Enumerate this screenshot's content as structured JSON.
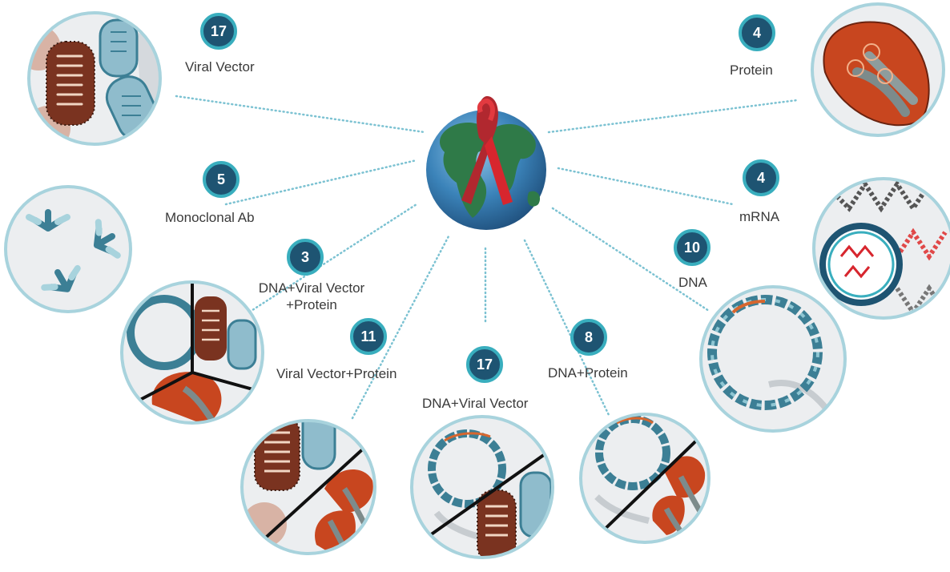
{
  "categories": [
    {
      "id": "viral-vector",
      "count": "17",
      "label": "Viral Vector"
    },
    {
      "id": "protein",
      "count": "4",
      "label": "Protein"
    },
    {
      "id": "monoclonal-ab",
      "count": "5",
      "label": "Monoclonal Ab"
    },
    {
      "id": "mrna",
      "count": "4",
      "label": "mRNA"
    },
    {
      "id": "dna-vv-protein",
      "count": "3",
      "label": "DNA+Viral Vector\n+Protein"
    },
    {
      "id": "dna",
      "count": "10",
      "label": "DNA"
    },
    {
      "id": "vv-protein",
      "count": "11",
      "label": "Viral Vector+Protein"
    },
    {
      "id": "dna-vv",
      "count": "17",
      "label": "DNA+Viral Vector"
    },
    {
      "id": "dna-protein",
      "count": "8",
      "label": "DNA+Protein"
    }
  ],
  "colors": {
    "badge_fill": "#1e5472",
    "badge_ring": "#39aebe",
    "circle_border": "#a8d3dd",
    "circle_fill": "#eaecee",
    "connector": "#7cc2d2",
    "ribbon": "#d7262e",
    "ocean": "#3b83b9",
    "land": "#2f7a48"
  },
  "center_icon": "globe-with-awareness-ribbon-icon"
}
